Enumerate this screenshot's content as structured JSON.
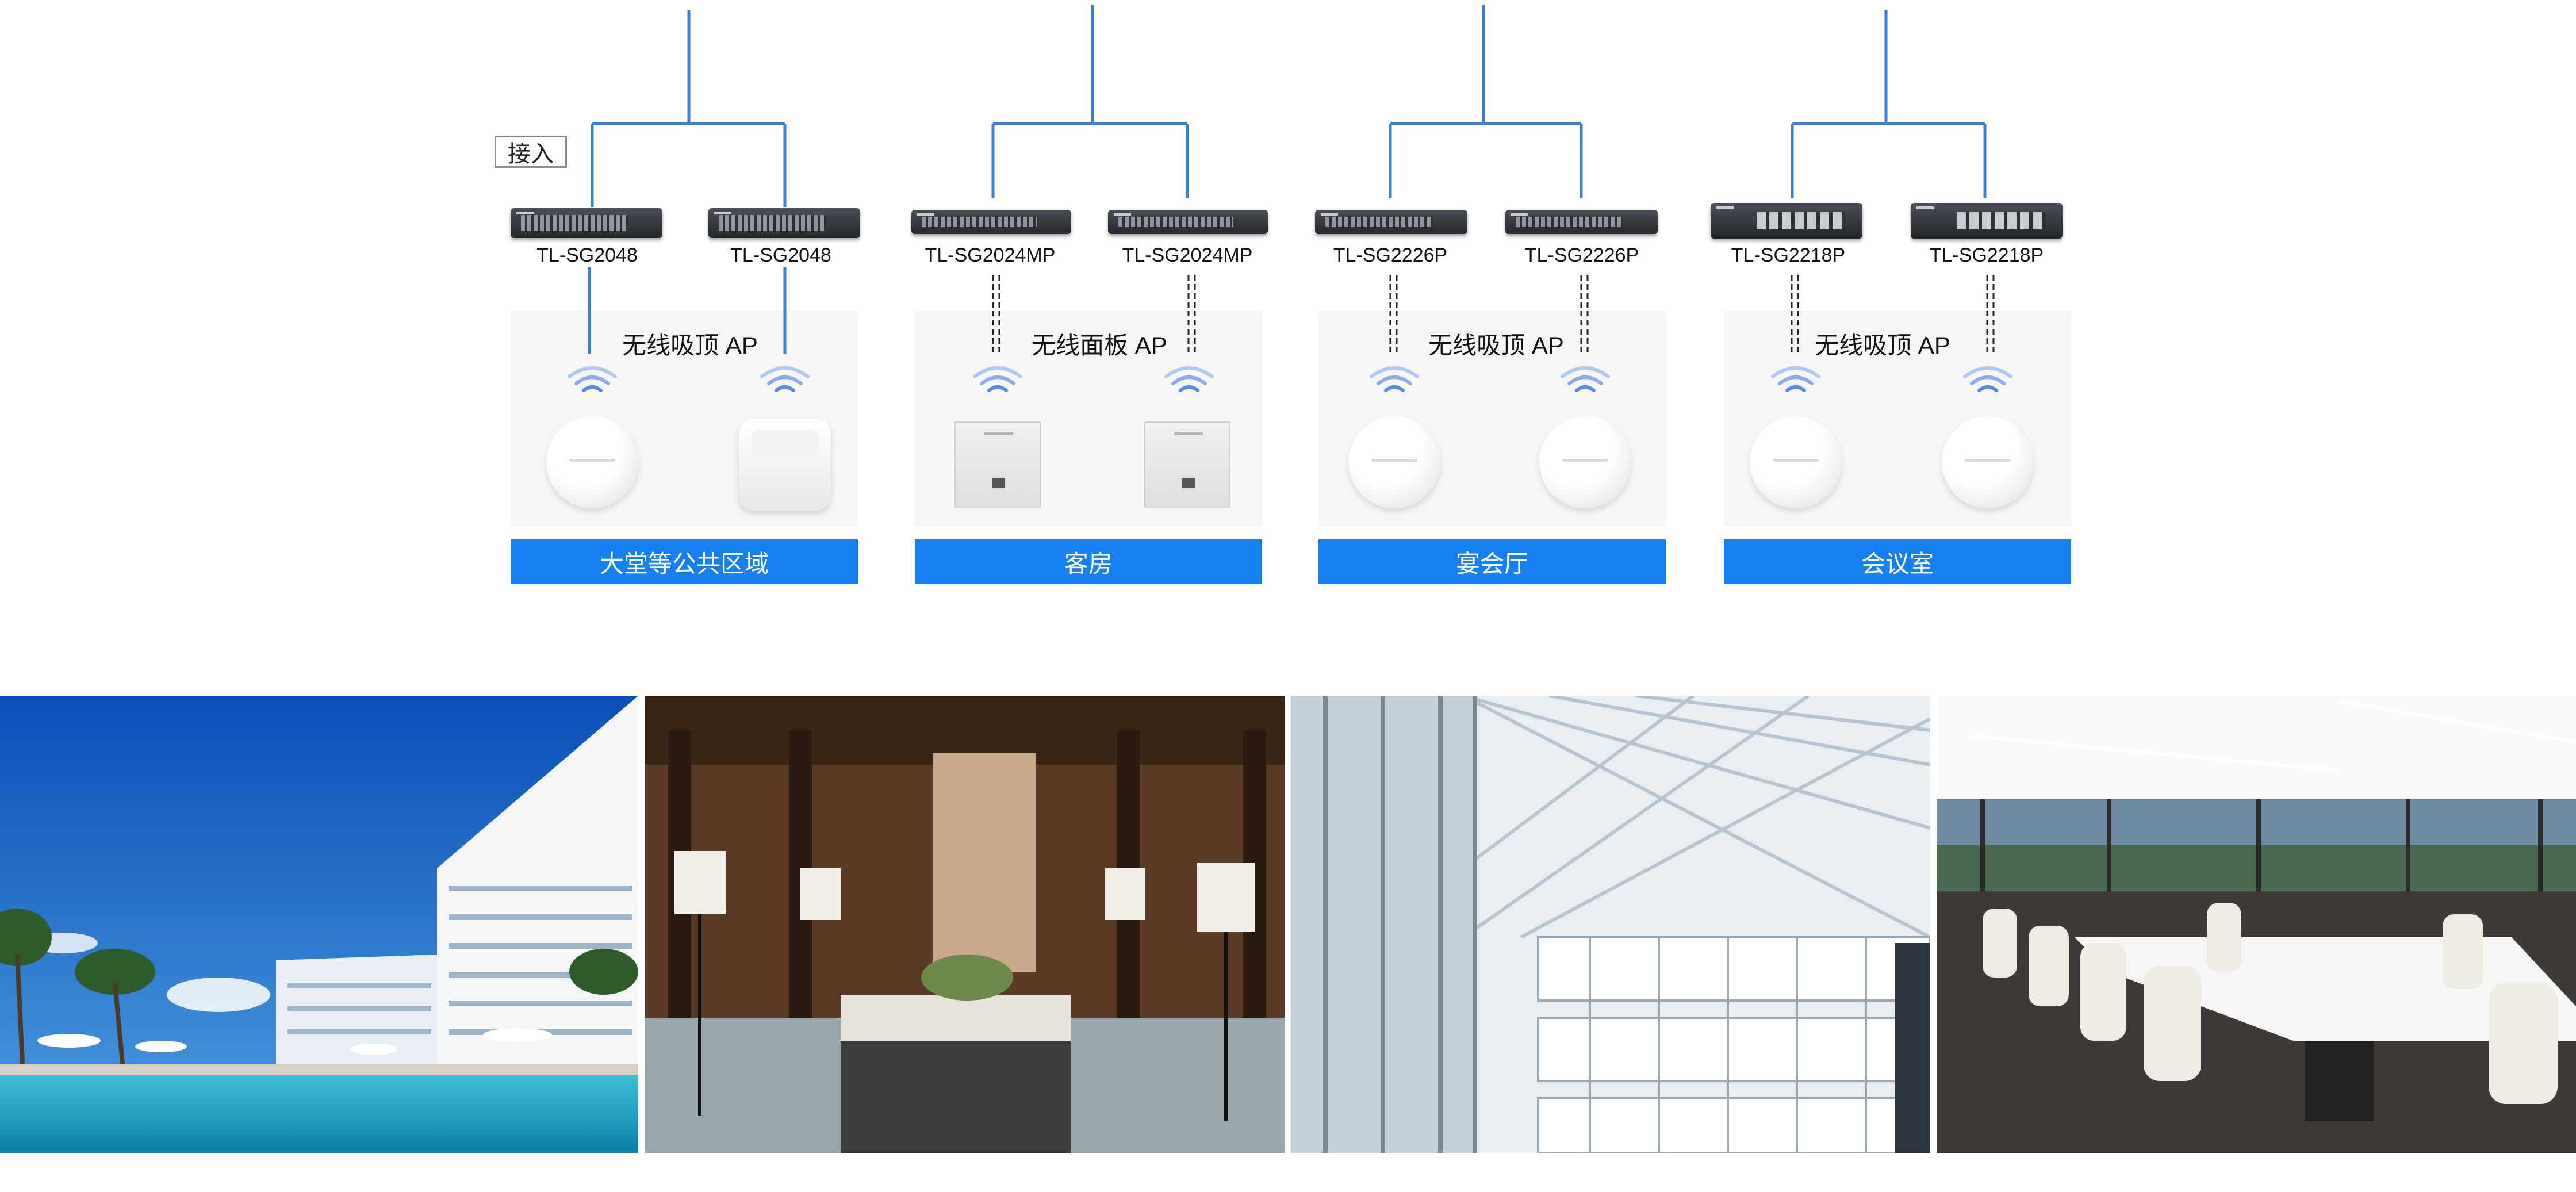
{
  "access_label": "接入",
  "groups": [
    {
      "switches": [
        {
          "model": "TL-SG2048"
        },
        {
          "model": "TL-SG2048"
        }
      ],
      "ap_title": "无线吸顶 AP",
      "area": "大堂等公共区域",
      "ap_kind": [
        "ceiling",
        "ceiling-square"
      ],
      "link_style": "solid"
    },
    {
      "switches": [
        {
          "model": "TL-SG2024MP"
        },
        {
          "model": "TL-SG2024MP"
        }
      ],
      "ap_title": "无线面板 AP",
      "area": "客房",
      "ap_kind": [
        "panel",
        "panel"
      ],
      "link_style": "dashed"
    },
    {
      "switches": [
        {
          "model": "TL-SG2226P"
        },
        {
          "model": "TL-SG2226P"
        }
      ],
      "ap_title": "无线吸顶 AP",
      "area": "宴会厅",
      "ap_kind": [
        "ceiling",
        "ceiling"
      ],
      "link_style": "dashed"
    },
    {
      "switches": [
        {
          "model": "TL-SG2218P"
        },
        {
          "model": "TL-SG2218P"
        }
      ],
      "ap_title": "无线吸顶 AP",
      "area": "会议室",
      "ap_kind": [
        "ceiling",
        "ceiling"
      ],
      "link_style": "dashed"
    }
  ],
  "photos": [
    "hotel-pool-photo",
    "hotel-room-lounge-photo",
    "atrium-glass-photo",
    "conference-room-photo"
  ],
  "colors": {
    "uplink": "#3a7fd5",
    "band": "#1680f0",
    "wifi": "#2f6fe0"
  }
}
